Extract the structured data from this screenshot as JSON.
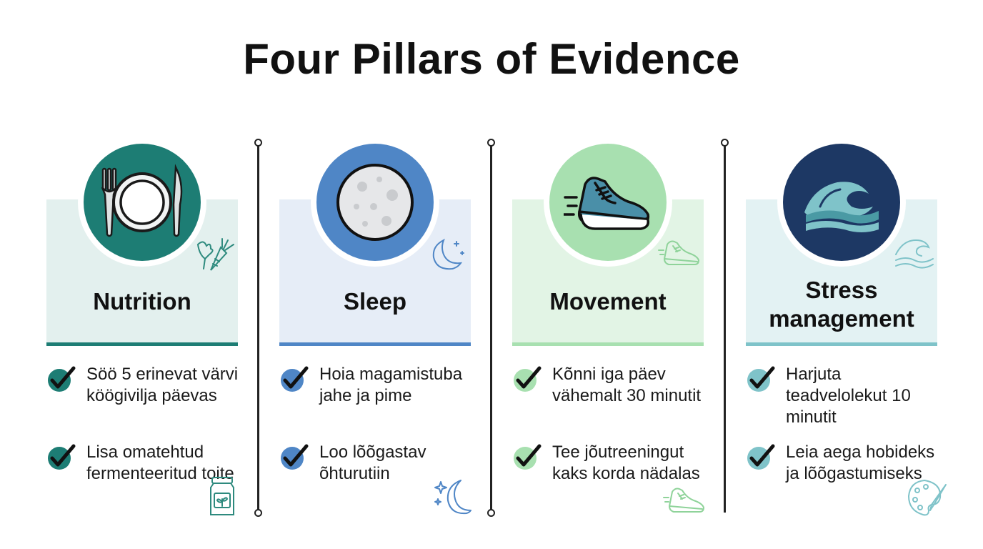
{
  "title": "Four Pillars of Evidence",
  "colors": {
    "nutrition": "#1d7d74",
    "sleep": "#4f86c6",
    "movement": "#a8e0b0",
    "stress": "#1d3864"
  },
  "pillars": [
    {
      "label": "Nutrition",
      "icon": "plate-fork-knife-icon",
      "items": [
        {
          "text": "Söö 5 erinevat värvi köögivilja päevas"
        },
        {
          "text": "Lisa omatehtud fermenteeritud toite"
        }
      ]
    },
    {
      "label": "Sleep",
      "icon": "moon-icon",
      "items": [
        {
          "text": "Hoia magamistuba jahe ja pime"
        },
        {
          "text": "Loo lõõgastav õhturutiin"
        }
      ]
    },
    {
      "label": "Movement",
      "icon": "running-shoe-icon",
      "items": [
        {
          "text": "Kõnni iga päev vähemalt 30 minutit"
        },
        {
          "text": "Tee jõutreeningut kaks korda nädalas"
        }
      ]
    },
    {
      "label": "Stress management",
      "icon": "wave-icon",
      "items": [
        {
          "text": "Harjuta teadvelolekut 10 minutit"
        },
        {
          "text": "Leia aega hobideks ja lõõgastumiseks"
        }
      ]
    }
  ]
}
